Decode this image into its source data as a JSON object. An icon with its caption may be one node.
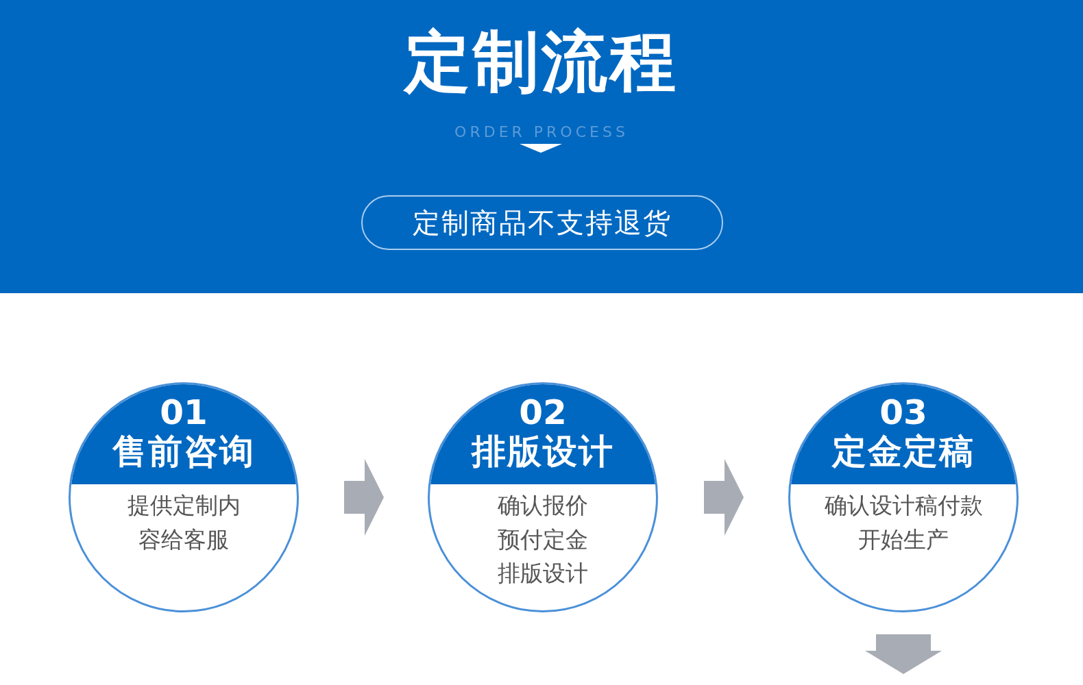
{
  "diagram": {
    "title": "定制流程",
    "nodes": [
      {
        "text": [
          "定制商品不支持退货"
        ]
      },
      {
        "text": [
          "01",
          "售前咨询",
          "提供定制内容给客服"
        ]
      },
      {
        "text": [
          "02",
          "排版设计",
          "确认报价预付定金排版设计"
        ]
      },
      {
        "text": [
          "03",
          "定金定稿",
          "确认设计稿付款开始生产"
        ]
      }
    ],
    "edges": [
      {
        "from": 1,
        "to": 2,
        "arrow": "to"
      },
      {
        "from": 2,
        "to": 3,
        "arrow": "to"
      },
      {
        "from": 3,
        "to": null,
        "arrow": "to"
      }
    ],
    "labels": [
      "ORDER PROCESS"
    ]
  }
}
